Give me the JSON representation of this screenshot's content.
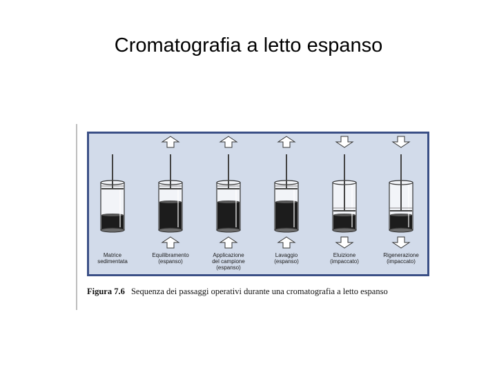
{
  "slide": {
    "title": "Cromatografia a letto espanso"
  },
  "figure": {
    "steps": [
      {
        "label_lines": [
          "Matrice",
          "sedimentata"
        ],
        "flow": "none",
        "bed": "packed",
        "adapter": "high"
      },
      {
        "label_lines": [
          "Equilibramento",
          "(espanso)"
        ],
        "flow": "up",
        "bed": "expanded",
        "adapter": "high"
      },
      {
        "label_lines": [
          "Applicazione",
          "del campione",
          "(espanso)"
        ],
        "flow": "up",
        "bed": "expanded",
        "adapter": "high"
      },
      {
        "label_lines": [
          "Lavaggio",
          "(espanso)"
        ],
        "flow": "up",
        "bed": "expanded",
        "adapter": "high"
      },
      {
        "label_lines": [
          "Eluizione",
          "(impaccato)"
        ],
        "flow": "down",
        "bed": "packed",
        "adapter": "low"
      },
      {
        "label_lines": [
          "Rigenerazione",
          "(impaccato)"
        ],
        "flow": "down",
        "bed": "packed",
        "adapter": "low"
      }
    ],
    "colors": {
      "panel_background": "#d2dbea",
      "panel_border": "#3a4f86",
      "bed": "#1c1c1c",
      "column_glass": "#f2f4f8"
    }
  },
  "caption": {
    "number": "Figura 7.6",
    "text": "Sequenza dei passaggi operativi durante una cromatografia a letto espanso"
  }
}
